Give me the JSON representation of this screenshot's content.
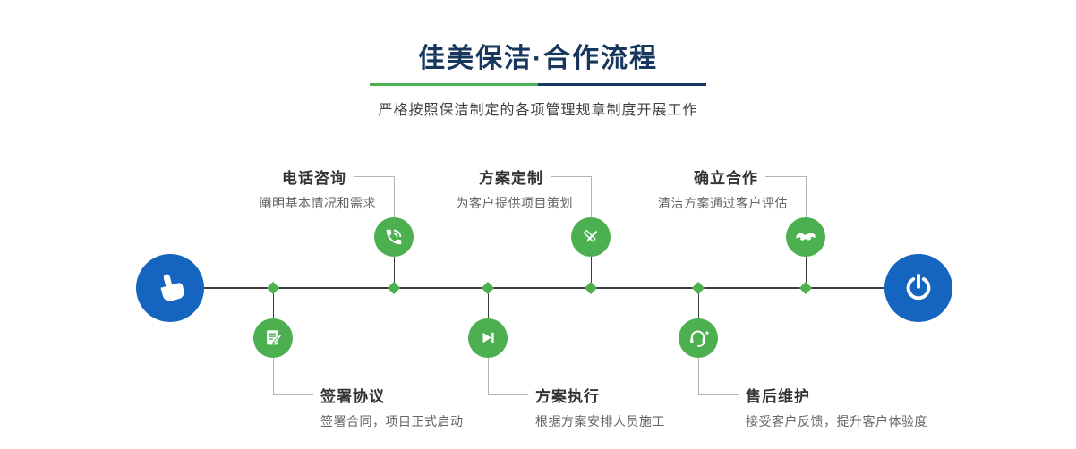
{
  "colors": {
    "accent_green": "#4cb050",
    "accent_blue": "#1565c0",
    "title_navy": "#17375e"
  },
  "header": {
    "title": "佳美保洁·合作流程",
    "subtitle": "严格按照保洁制定的各项管理规章制度开展工作"
  },
  "timeline": {
    "start_icon": "pointing-hand-icon",
    "end_icon": "power-icon",
    "top_steps": [
      {
        "title": "电话咨询",
        "desc": "阐明基本情况和需求",
        "icon": "phone-icon"
      },
      {
        "title": "方案定制",
        "desc": "为客户提供项目策划",
        "icon": "pencil-ruler-icon"
      },
      {
        "title": "确立合作",
        "desc": "清洁方案通过客户评估",
        "icon": "handshake-icon"
      }
    ],
    "bottom_steps": [
      {
        "title": "签署协议",
        "desc": "签署合同，项目正式启动",
        "icon": "contract-icon"
      },
      {
        "title": "方案执行",
        "desc": "根据方案安排人员施工",
        "icon": "play-icon"
      },
      {
        "title": "售后维护",
        "desc": "接受客户反馈，提升客户体验度",
        "icon": "headset-plus-icon"
      }
    ]
  }
}
